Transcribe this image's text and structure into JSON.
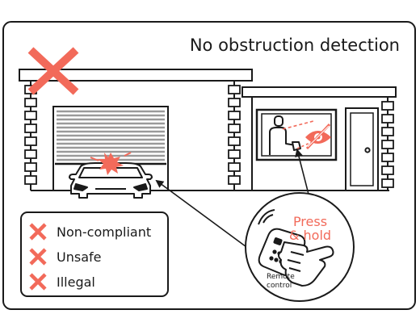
{
  "title": "No obstruction detection",
  "legend": {
    "items": [
      {
        "label": "Non-compliant",
        "icon": "x-mark-icon"
      },
      {
        "label": "Unsafe",
        "icon": "x-mark-icon"
      },
      {
        "label": "Illegal",
        "icon": "x-mark-icon"
      }
    ]
  },
  "callout": {
    "action_line1": "Press",
    "action_line2": "& hold",
    "caption_line1": "Remote",
    "caption_line2": "control"
  },
  "colors": {
    "accent": "#f26a5a",
    "ink": "#1a1a1a",
    "door": "#9a9a9a",
    "background": "#ffffff"
  }
}
